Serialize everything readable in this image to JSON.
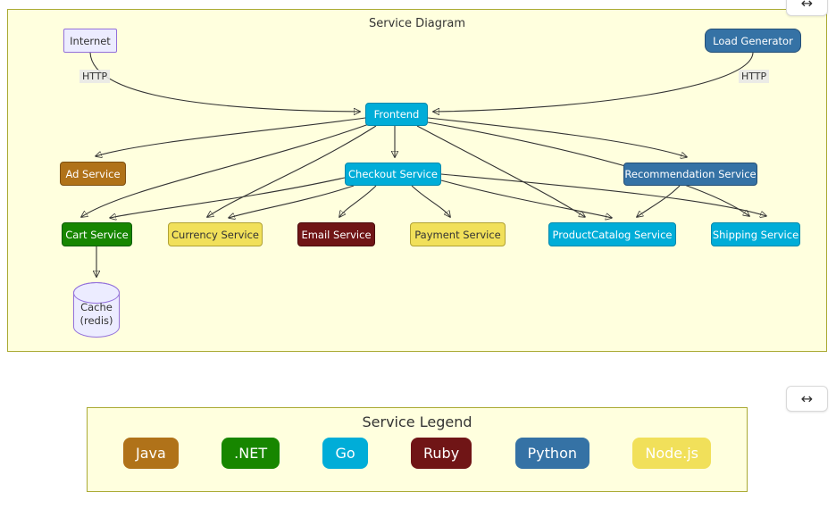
{
  "controls": {
    "resize_icon": "↔"
  },
  "diagram": {
    "title": "Service Diagram",
    "panel": {
      "fill": "#ffffde",
      "border": "#aaaa33"
    },
    "nodes": {
      "internet": {
        "label": "Internet",
        "type": "external",
        "fill": "#ECECFF",
        "border": "#9370DB"
      },
      "load_generator": {
        "label": "Load Generator",
        "lang": "python",
        "fill": "#3572A5"
      },
      "frontend": {
        "label": "Frontend",
        "lang": "go",
        "fill": "#00ADD8"
      },
      "ad_service": {
        "label": "Ad Service",
        "lang": "java",
        "fill": "#b07219"
      },
      "checkout_service": {
        "label": "Checkout Service",
        "lang": "go",
        "fill": "#00ADD8"
      },
      "recommendation_service": {
        "label": "Recommendation Service",
        "lang": "python",
        "fill": "#3572A5"
      },
      "cart_service": {
        "label": "Cart Service",
        "lang": "dotnet",
        "fill": "#178600"
      },
      "currency_service": {
        "label": "Currency Service",
        "lang": "nodejs",
        "fill": "#f1e05a"
      },
      "email_service": {
        "label": "Email Service",
        "lang": "ruby",
        "fill": "#701516"
      },
      "payment_service": {
        "label": "Payment Service",
        "lang": "nodejs",
        "fill": "#f1e05a"
      },
      "productcatalog_service": {
        "label": "ProductCatalog Service",
        "lang": "go",
        "fill": "#00ADD8"
      },
      "shipping_service": {
        "label": "Shipping Service",
        "lang": "go",
        "fill": "#00ADD8"
      },
      "cache": {
        "label": "Cache\n(redis)",
        "type": "database",
        "fill": "#ECECFF",
        "border": "#9370DB"
      }
    },
    "edges": [
      {
        "from": "Internet",
        "to": "Frontend",
        "label": "HTTP"
      },
      {
        "from": "Load Generator",
        "to": "Frontend",
        "label": "HTTP"
      },
      {
        "from": "Frontend",
        "to": "Checkout Service"
      },
      {
        "from": "Frontend",
        "to": "Ad Service"
      },
      {
        "from": "Frontend",
        "to": "Recommendation Service"
      },
      {
        "from": "Frontend",
        "to": "Cart Service"
      },
      {
        "from": "Frontend",
        "to": "Currency Service"
      },
      {
        "from": "Frontend",
        "to": "ProductCatalog Service"
      },
      {
        "from": "Frontend",
        "to": "Shipping Service"
      },
      {
        "from": "Checkout Service",
        "to": "Cart Service"
      },
      {
        "from": "Checkout Service",
        "to": "Currency Service"
      },
      {
        "from": "Checkout Service",
        "to": "Email Service"
      },
      {
        "from": "Checkout Service",
        "to": "Payment Service"
      },
      {
        "from": "Checkout Service",
        "to": "ProductCatalog Service"
      },
      {
        "from": "Checkout Service",
        "to": "Shipping Service"
      },
      {
        "from": "Recommendation Service",
        "to": "ProductCatalog Service"
      },
      {
        "from": "Cart Service",
        "to": "Cache (redis)"
      }
    ]
  },
  "legend": {
    "title": "Service Legend",
    "items": [
      {
        "label": "Java",
        "color": "#b07219"
      },
      {
        "label": ".NET",
        "color": "#178600"
      },
      {
        "label": "Go",
        "color": "#00ADD8"
      },
      {
        "label": "Ruby",
        "color": "#701516"
      },
      {
        "label": "Python",
        "color": "#3572A5"
      },
      {
        "label": "Node.js",
        "color": "#f1e05a"
      }
    ]
  }
}
